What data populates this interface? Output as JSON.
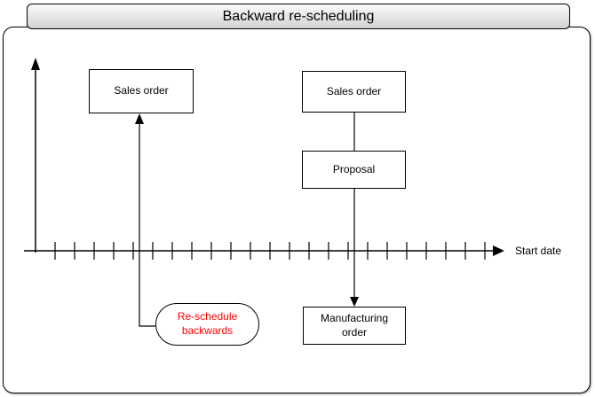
{
  "title": "Backward re-scheduling",
  "diagram": {
    "sales_order_left": "Sales order",
    "sales_order_right": "Sales order",
    "proposal": "Proposal",
    "manufacturing_order": "Manufacturing order",
    "reschedule_backwards": "Re-schedule backwards",
    "axis_label": "Start date"
  },
  "colors": {
    "highlight_text": "#ff0000",
    "line": "#000000",
    "titlebar_gradient_top": "#fbfbfb",
    "titlebar_gradient_bottom": "#d2d2d2",
    "background": "#ffffff"
  }
}
